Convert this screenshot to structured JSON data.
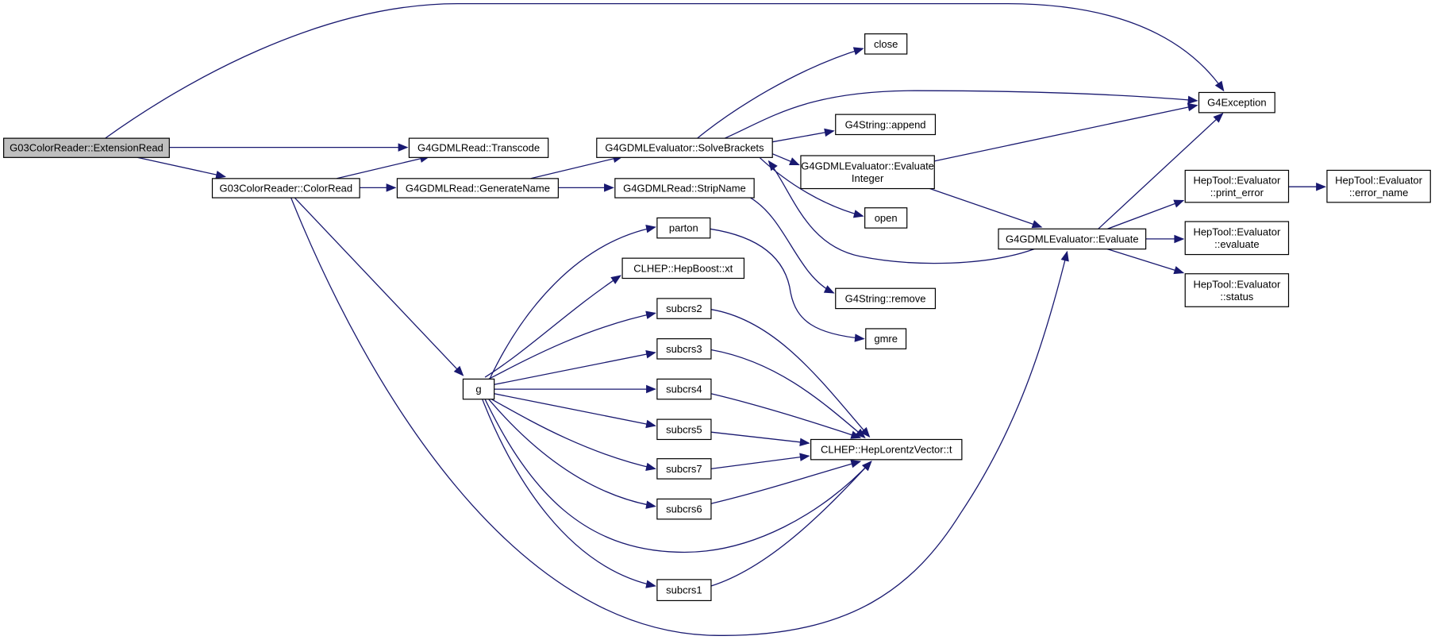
{
  "graph": {
    "edge_color": "#191970",
    "root_fill": "#bfbfbf",
    "nodes": [
      {
        "id": "extensionread",
        "lines": [
          "G03ColorReader::ExtensionRead"
        ],
        "root": true
      },
      {
        "id": "colorread",
        "lines": [
          "G03ColorReader::ColorRead"
        ]
      },
      {
        "id": "transcode",
        "lines": [
          "G4GDMLRead::Transcode"
        ]
      },
      {
        "id": "generatename",
        "lines": [
          "G4GDMLRead::GenerateName"
        ]
      },
      {
        "id": "solvebrackets",
        "lines": [
          "G4GDMLEvaluator::SolveBrackets"
        ]
      },
      {
        "id": "stripname",
        "lines": [
          "G4GDMLRead::StripName"
        ]
      },
      {
        "id": "close",
        "lines": [
          "close"
        ]
      },
      {
        "id": "g4string-append",
        "lines": [
          "G4String::append"
        ]
      },
      {
        "id": "evaluate-integer",
        "lines": [
          "G4GDMLEvaluator::Evaluate",
          "Integer"
        ]
      },
      {
        "id": "open",
        "lines": [
          "open"
        ]
      },
      {
        "id": "g4string-remove",
        "lines": [
          "G4String::remove"
        ]
      },
      {
        "id": "gmre",
        "lines": [
          "gmre"
        ]
      },
      {
        "id": "g4exception",
        "lines": [
          "G4Exception"
        ]
      },
      {
        "id": "evaluate",
        "lines": [
          "G4GDMLEvaluator::Evaluate"
        ]
      },
      {
        "id": "print-error",
        "lines": [
          "HepTool::Evaluator",
          "::print_error"
        ]
      },
      {
        "id": "error-name",
        "lines": [
          "HepTool::Evaluator",
          "::error_name"
        ]
      },
      {
        "id": "hep-evaluate",
        "lines": [
          "HepTool::Evaluator",
          "::evaluate"
        ]
      },
      {
        "id": "hep-status",
        "lines": [
          "HepTool::Evaluator",
          "::status"
        ]
      },
      {
        "id": "g",
        "lines": [
          "g"
        ]
      },
      {
        "id": "parton",
        "lines": [
          "parton"
        ]
      },
      {
        "id": "hepboost-xt",
        "lines": [
          "CLHEP::HepBoost::xt"
        ]
      },
      {
        "id": "subcrs2",
        "lines": [
          "subcrs2"
        ]
      },
      {
        "id": "subcrs3",
        "lines": [
          "subcrs3"
        ]
      },
      {
        "id": "subcrs4",
        "lines": [
          "subcrs4"
        ]
      },
      {
        "id": "subcrs5",
        "lines": [
          "subcrs5"
        ]
      },
      {
        "id": "subcrs7",
        "lines": [
          "subcrs7"
        ]
      },
      {
        "id": "subcrs6",
        "lines": [
          "subcrs6"
        ]
      },
      {
        "id": "subcrs1",
        "lines": [
          "subcrs1"
        ]
      },
      {
        "id": "lorentzvector-t",
        "lines": [
          "CLHEP::HepLorentzVector::t"
        ]
      }
    ],
    "edges": [
      {
        "from": "extensionread",
        "to": "g4exception"
      },
      {
        "from": "extensionread",
        "to": "transcode"
      },
      {
        "from": "extensionread",
        "to": "colorread"
      },
      {
        "from": "colorread",
        "to": "transcode"
      },
      {
        "from": "colorread",
        "to": "generatename"
      },
      {
        "from": "colorread",
        "to": "g"
      },
      {
        "from": "colorread",
        "to": "evaluate"
      },
      {
        "from": "generatename",
        "to": "solvebrackets"
      },
      {
        "from": "generatename",
        "to": "stripname"
      },
      {
        "from": "solvebrackets",
        "to": "close"
      },
      {
        "from": "solvebrackets",
        "to": "g4exception"
      },
      {
        "from": "solvebrackets",
        "to": "g4string-append"
      },
      {
        "from": "solvebrackets",
        "to": "evaluate-integer"
      },
      {
        "from": "solvebrackets",
        "to": "open"
      },
      {
        "from": "evaluate",
        "to": "solvebrackets"
      },
      {
        "from": "stripname",
        "to": "g4string-remove"
      },
      {
        "from": "evaluate-integer",
        "to": "g4exception"
      },
      {
        "from": "evaluate-integer",
        "to": "evaluate"
      },
      {
        "from": "evaluate",
        "to": "g4exception"
      },
      {
        "from": "evaluate",
        "to": "print-error"
      },
      {
        "from": "evaluate",
        "to": "hep-evaluate"
      },
      {
        "from": "evaluate",
        "to": "hep-status"
      },
      {
        "from": "print-error",
        "to": "error-name"
      },
      {
        "from": "g",
        "to": "parton"
      },
      {
        "from": "g",
        "to": "hepboost-xt"
      },
      {
        "from": "g",
        "to": "subcrs2"
      },
      {
        "from": "g",
        "to": "subcrs3"
      },
      {
        "from": "g",
        "to": "subcrs4"
      },
      {
        "from": "g",
        "to": "subcrs5"
      },
      {
        "from": "g",
        "to": "subcrs7"
      },
      {
        "from": "g",
        "to": "subcrs6"
      },
      {
        "from": "g",
        "to": "subcrs1"
      },
      {
        "from": "g",
        "to": "lorentzvector-t"
      },
      {
        "from": "parton",
        "to": "gmre"
      },
      {
        "from": "subcrs2",
        "to": "lorentzvector-t"
      },
      {
        "from": "subcrs3",
        "to": "lorentzvector-t"
      },
      {
        "from": "subcrs4",
        "to": "lorentzvector-t"
      },
      {
        "from": "subcrs5",
        "to": "lorentzvector-t"
      },
      {
        "from": "subcrs7",
        "to": "lorentzvector-t"
      },
      {
        "from": "subcrs6",
        "to": "lorentzvector-t"
      },
      {
        "from": "subcrs1",
        "to": "lorentzvector-t"
      }
    ]
  }
}
